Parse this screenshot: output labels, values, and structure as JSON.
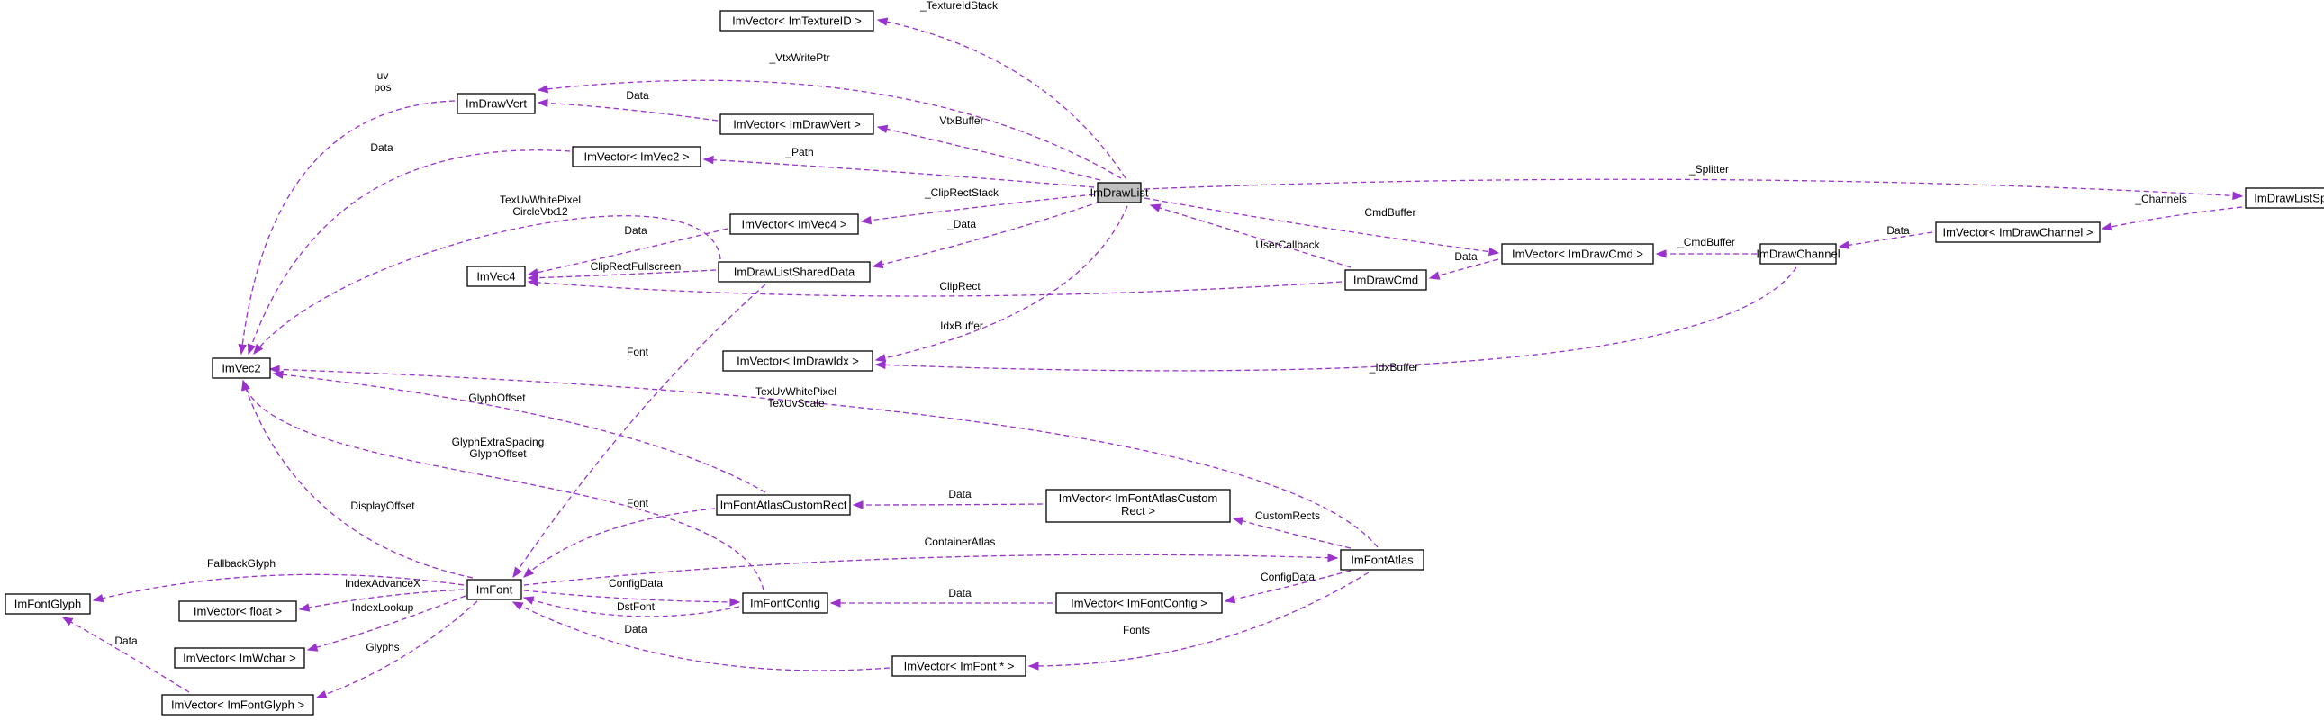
{
  "nodes": {
    "ImDrawList": "ImDrawList",
    "ImDrawVert": "ImDrawVert",
    "ImVecTextureID": "ImVector< ImTextureID >",
    "ImVecDrawVert": "ImVector< ImDrawVert >",
    "ImVecVec2": "ImVector< ImVec2 >",
    "ImVecVec4": "ImVector< ImVec4 >",
    "ImDrawListSharedData": "ImDrawListSharedData",
    "ImVec4": "ImVec4",
    "ImVec2": "ImVec2",
    "ImVecDrawIdx": "ImVector< ImDrawIdx >",
    "ImDrawCmd": "ImDrawCmd",
    "ImVecDrawCmd": "ImVector< ImDrawCmd >",
    "ImDrawChannel": "ImDrawChannel",
    "ImVecDrawChannel": "ImVector< ImDrawChannel >",
    "ImDrawListSplitter": "ImDrawListSplitter",
    "ImFontAtlasCustomRect": "ImFontAtlasCustomRect",
    "ImVecFontAtlasCustomRect": "ImVector< ImFontAtlasCustom\nRect >",
    "ImFontAtlas": "ImFontAtlas",
    "ImFont": "ImFont",
    "ImFontGlyph": "ImFontGlyph",
    "ImVecFloat": "ImVector< float >",
    "ImVecWchar": "ImVector< ImWchar >",
    "ImVecFontGlyph": "ImVector< ImFontGlyph >",
    "ImFontConfig": "ImFontConfig",
    "ImVecFontConfig": "ImVector< ImFontConfig >",
    "ImVecFontPtr": "ImVector< ImFont * >"
  },
  "edges": [
    {
      "id": "e1",
      "label": "_TextureIdStack"
    },
    {
      "id": "e2",
      "label": "_VtxWritePtr"
    },
    {
      "id": "e3",
      "label": "uv\npos"
    },
    {
      "id": "e4",
      "label": "Data"
    },
    {
      "id": "e5",
      "label": "VtxBuffer"
    },
    {
      "id": "e6",
      "label": "Data"
    },
    {
      "id": "e7",
      "label": "_Path"
    },
    {
      "id": "e8",
      "label": "_Splitter"
    },
    {
      "id": "e9",
      "label": "_ClipRectStack"
    },
    {
      "id": "e10",
      "label": "TexUvWhitePixel\nCircleVtx12"
    },
    {
      "id": "e11",
      "label": "Data"
    },
    {
      "id": "e12",
      "label": "_Data"
    },
    {
      "id": "e13",
      "label": "ClipRectFullscreen"
    },
    {
      "id": "e14",
      "label": "ClipRect"
    },
    {
      "id": "e15",
      "label": "CmdBuffer"
    },
    {
      "id": "e16",
      "label": "UserCallback"
    },
    {
      "id": "e17",
      "label": "Data"
    },
    {
      "id": "e18",
      "label": "_CmdBuffer"
    },
    {
      "id": "e19",
      "label": "Data"
    },
    {
      "id": "e20",
      "label": "_Channels"
    },
    {
      "id": "e21",
      "label": "IdxBuffer"
    },
    {
      "id": "e22",
      "label": "_IdxBuffer"
    },
    {
      "id": "e23",
      "label": "Font"
    },
    {
      "id": "e24",
      "label": "TexUvWhitePixel\nTexUvScale"
    },
    {
      "id": "e25",
      "label": "GlyphOffset"
    },
    {
      "id": "e26",
      "label": "GlyphExtraSpacing\nGlyphOffset"
    },
    {
      "id": "e27",
      "label": "DisplayOffset"
    },
    {
      "id": "e28",
      "label": "Data"
    },
    {
      "id": "e29",
      "label": "Font"
    },
    {
      "id": "e30",
      "label": "CustomRects"
    },
    {
      "id": "e31",
      "label": "ContainerAtlas"
    },
    {
      "id": "e32",
      "label": "ConfigData"
    },
    {
      "id": "e33",
      "label": "FallbackGlyph"
    },
    {
      "id": "e34",
      "label": "IndexAdvanceX"
    },
    {
      "id": "e35",
      "label": "IndexLookup"
    },
    {
      "id": "e36",
      "label": "ConfigData"
    },
    {
      "id": "e37",
      "label": "DstFont"
    },
    {
      "id": "e38",
      "label": "Data"
    },
    {
      "id": "e39",
      "label": "Data"
    },
    {
      "id": "e40",
      "label": "Fonts"
    },
    {
      "id": "e41",
      "label": "Glyphs"
    },
    {
      "id": "e42",
      "label": "Data"
    }
  ],
  "colors": {
    "edge": "#9a32cd",
    "node_border": "#000000",
    "highlight_fill": "#bfbfbf"
  }
}
